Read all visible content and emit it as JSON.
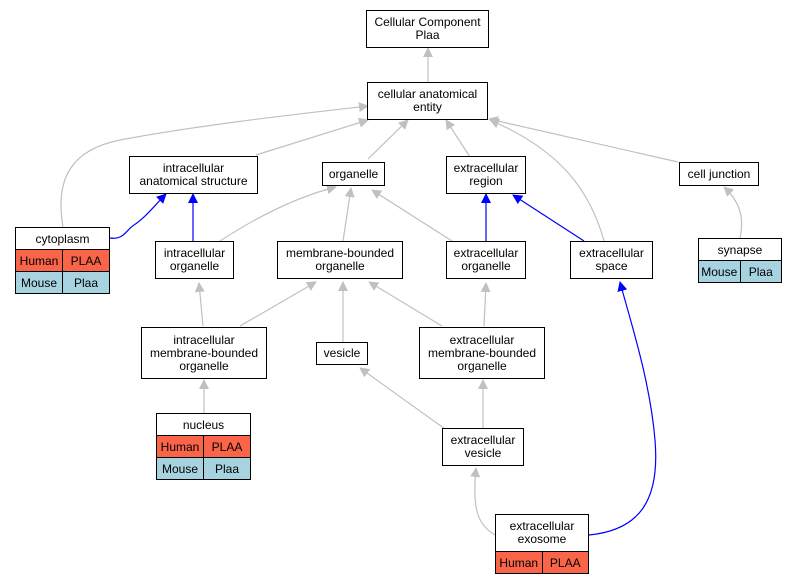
{
  "colors": {
    "human": "#fa6449",
    "mouse": "#a7d3e1",
    "is_a_edge": "#c0c0c0",
    "part_of_edge": "#0000ff"
  },
  "nodes": {
    "root": {
      "lines": [
        "Cellular Component",
        "Plaa"
      ]
    },
    "cae": {
      "lines": [
        "cellular anatomical",
        "entity"
      ]
    },
    "ias": {
      "lines": [
        "intracellular",
        "anatomical structure"
      ]
    },
    "organelle": {
      "lines": [
        "organelle"
      ]
    },
    "ecr": {
      "lines": [
        "extracellular",
        "region"
      ]
    },
    "cj": {
      "lines": [
        "cell junction"
      ]
    },
    "io": {
      "lines": [
        "intracellular",
        "organelle"
      ]
    },
    "mbo": {
      "lines": [
        "membrane-bounded",
        "organelle"
      ]
    },
    "eco": {
      "lines": [
        "extracellular",
        "organelle"
      ]
    },
    "ecs": {
      "lines": [
        "extracellular",
        "space"
      ]
    },
    "imbo": {
      "lines": [
        "intracellular",
        "membrane-bounded",
        "organelle"
      ]
    },
    "vesicle": {
      "lines": [
        "vesicle"
      ]
    },
    "embo": {
      "lines": [
        "extracellular",
        "membrane-bounded",
        "organelle"
      ]
    },
    "ecv": {
      "lines": [
        "extracellular",
        "vesicle"
      ]
    },
    "exosome": {
      "lines": [
        "extracellular",
        "exosome"
      ]
    }
  },
  "labeled_nodes": {
    "cytoplasm": {
      "title": "cytoplasm",
      "rows": [
        {
          "species": "Human",
          "gene": "PLAA"
        },
        {
          "species": "Mouse",
          "gene": "Plaa"
        }
      ]
    },
    "synapse": {
      "title": "synapse",
      "rows": [
        {
          "species": "Mouse",
          "gene": "Plaa"
        }
      ]
    },
    "nucleus": {
      "title": "nucleus",
      "rows": [
        {
          "species": "Human",
          "gene": "PLAA"
        },
        {
          "species": "Mouse",
          "gene": "Plaa"
        }
      ]
    },
    "exosome": {
      "rows": [
        {
          "species": "Human",
          "gene": "PLAA"
        }
      ]
    }
  }
}
